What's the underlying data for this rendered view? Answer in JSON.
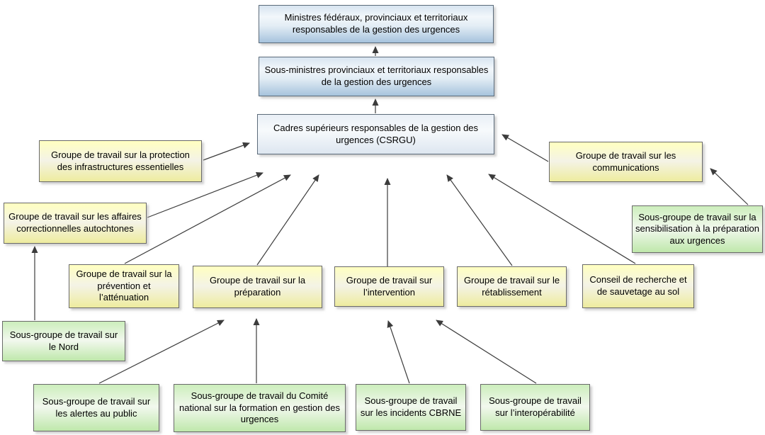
{
  "diagram": {
    "description": "Organigramme de la gouvernance de la gestion des urgences (French emergency management governance chart)",
    "nodes": [
      {
        "id": "ministres",
        "type": "blue",
        "label": "Ministres fédéraux, provinciaux et territoriaux responsables de la gestion des urgences"
      },
      {
        "id": "sous-ministres",
        "type": "blue",
        "label": "Sous-ministres provinciaux et territoriaux responsables de la gestion des urgences"
      },
      {
        "id": "csrgu",
        "type": "lightblue",
        "label": "Cadres supérieurs responsables de la gestion des urgences (CSRGU)"
      },
      {
        "id": "protection",
        "type": "yellow",
        "label": "Groupe de travail sur la protection des infrastructures essentielles"
      },
      {
        "id": "correctionnelles",
        "type": "yellow",
        "label": "Groupe de travail sur les affaires correctionnelles autochtones"
      },
      {
        "id": "communications",
        "type": "yellow",
        "label": "Groupe de travail sur les communications"
      },
      {
        "id": "sensibilisation",
        "type": "green",
        "label": "Sous-groupe de travail sur la sensibilisation à la préparation aux urgences"
      },
      {
        "id": "prevention",
        "type": "yellow",
        "label": "Groupe de travail sur la prévention et l’atténuation"
      },
      {
        "id": "preparation",
        "type": "yellow",
        "label": "Groupe de travail sur la préparation"
      },
      {
        "id": "intervention",
        "type": "yellow",
        "label": "Groupe de travail sur l’intervention"
      },
      {
        "id": "retablissement",
        "type": "yellow",
        "label": "Groupe de travail sur le rétablissement"
      },
      {
        "id": "conseil",
        "type": "yellow",
        "label": "Conseil de recherche et de sauvetage au sol"
      },
      {
        "id": "nord",
        "type": "green",
        "label": "Sous-groupe de travail sur le Nord"
      },
      {
        "id": "alertes",
        "type": "green",
        "label": "Sous-groupe de travail sur les alertes au public"
      },
      {
        "id": "comite",
        "type": "green",
        "label": "Sous-groupe de travail du Comité national sur la formation en gestion des urgences"
      },
      {
        "id": "cbrne",
        "type": "green",
        "label": "Sous-groupe de travail sur les incidents CBRNE"
      },
      {
        "id": "interop",
        "type": "green",
        "label": "Sous-groupe de travail sur l’interopérabilité"
      }
    ],
    "edges": [
      {
        "from": "sous-ministres",
        "to": "ministres"
      },
      {
        "from": "csrgu",
        "to": "sous-ministres"
      },
      {
        "from": "protection",
        "to": "csrgu"
      },
      {
        "from": "correctionnelles",
        "to": "csrgu"
      },
      {
        "from": "prevention",
        "to": "csrgu"
      },
      {
        "from": "preparation",
        "to": "csrgu"
      },
      {
        "from": "intervention",
        "to": "csrgu"
      },
      {
        "from": "retablissement",
        "to": "csrgu"
      },
      {
        "from": "conseil",
        "to": "csrgu"
      },
      {
        "from": "communications",
        "to": "csrgu"
      },
      {
        "from": "sensibilisation",
        "to": "communications"
      },
      {
        "from": "nord",
        "to": "correctionnelles"
      },
      {
        "from": "alertes",
        "to": "preparation"
      },
      {
        "from": "comite",
        "to": "preparation"
      },
      {
        "from": "cbrne",
        "to": "intervention"
      },
      {
        "from": "interop",
        "to": "intervention"
      }
    ],
    "colors": {
      "blue_node_bottom": "#a6c3dd",
      "lightblue_node_bottom": "#dde6f0",
      "yellow_node_top": "#ffffc0",
      "green_node_top": "#cceebc",
      "node_border": "#6a6a6a",
      "arrow": "#3c3c3c",
      "background": "#ffffff"
    }
  }
}
